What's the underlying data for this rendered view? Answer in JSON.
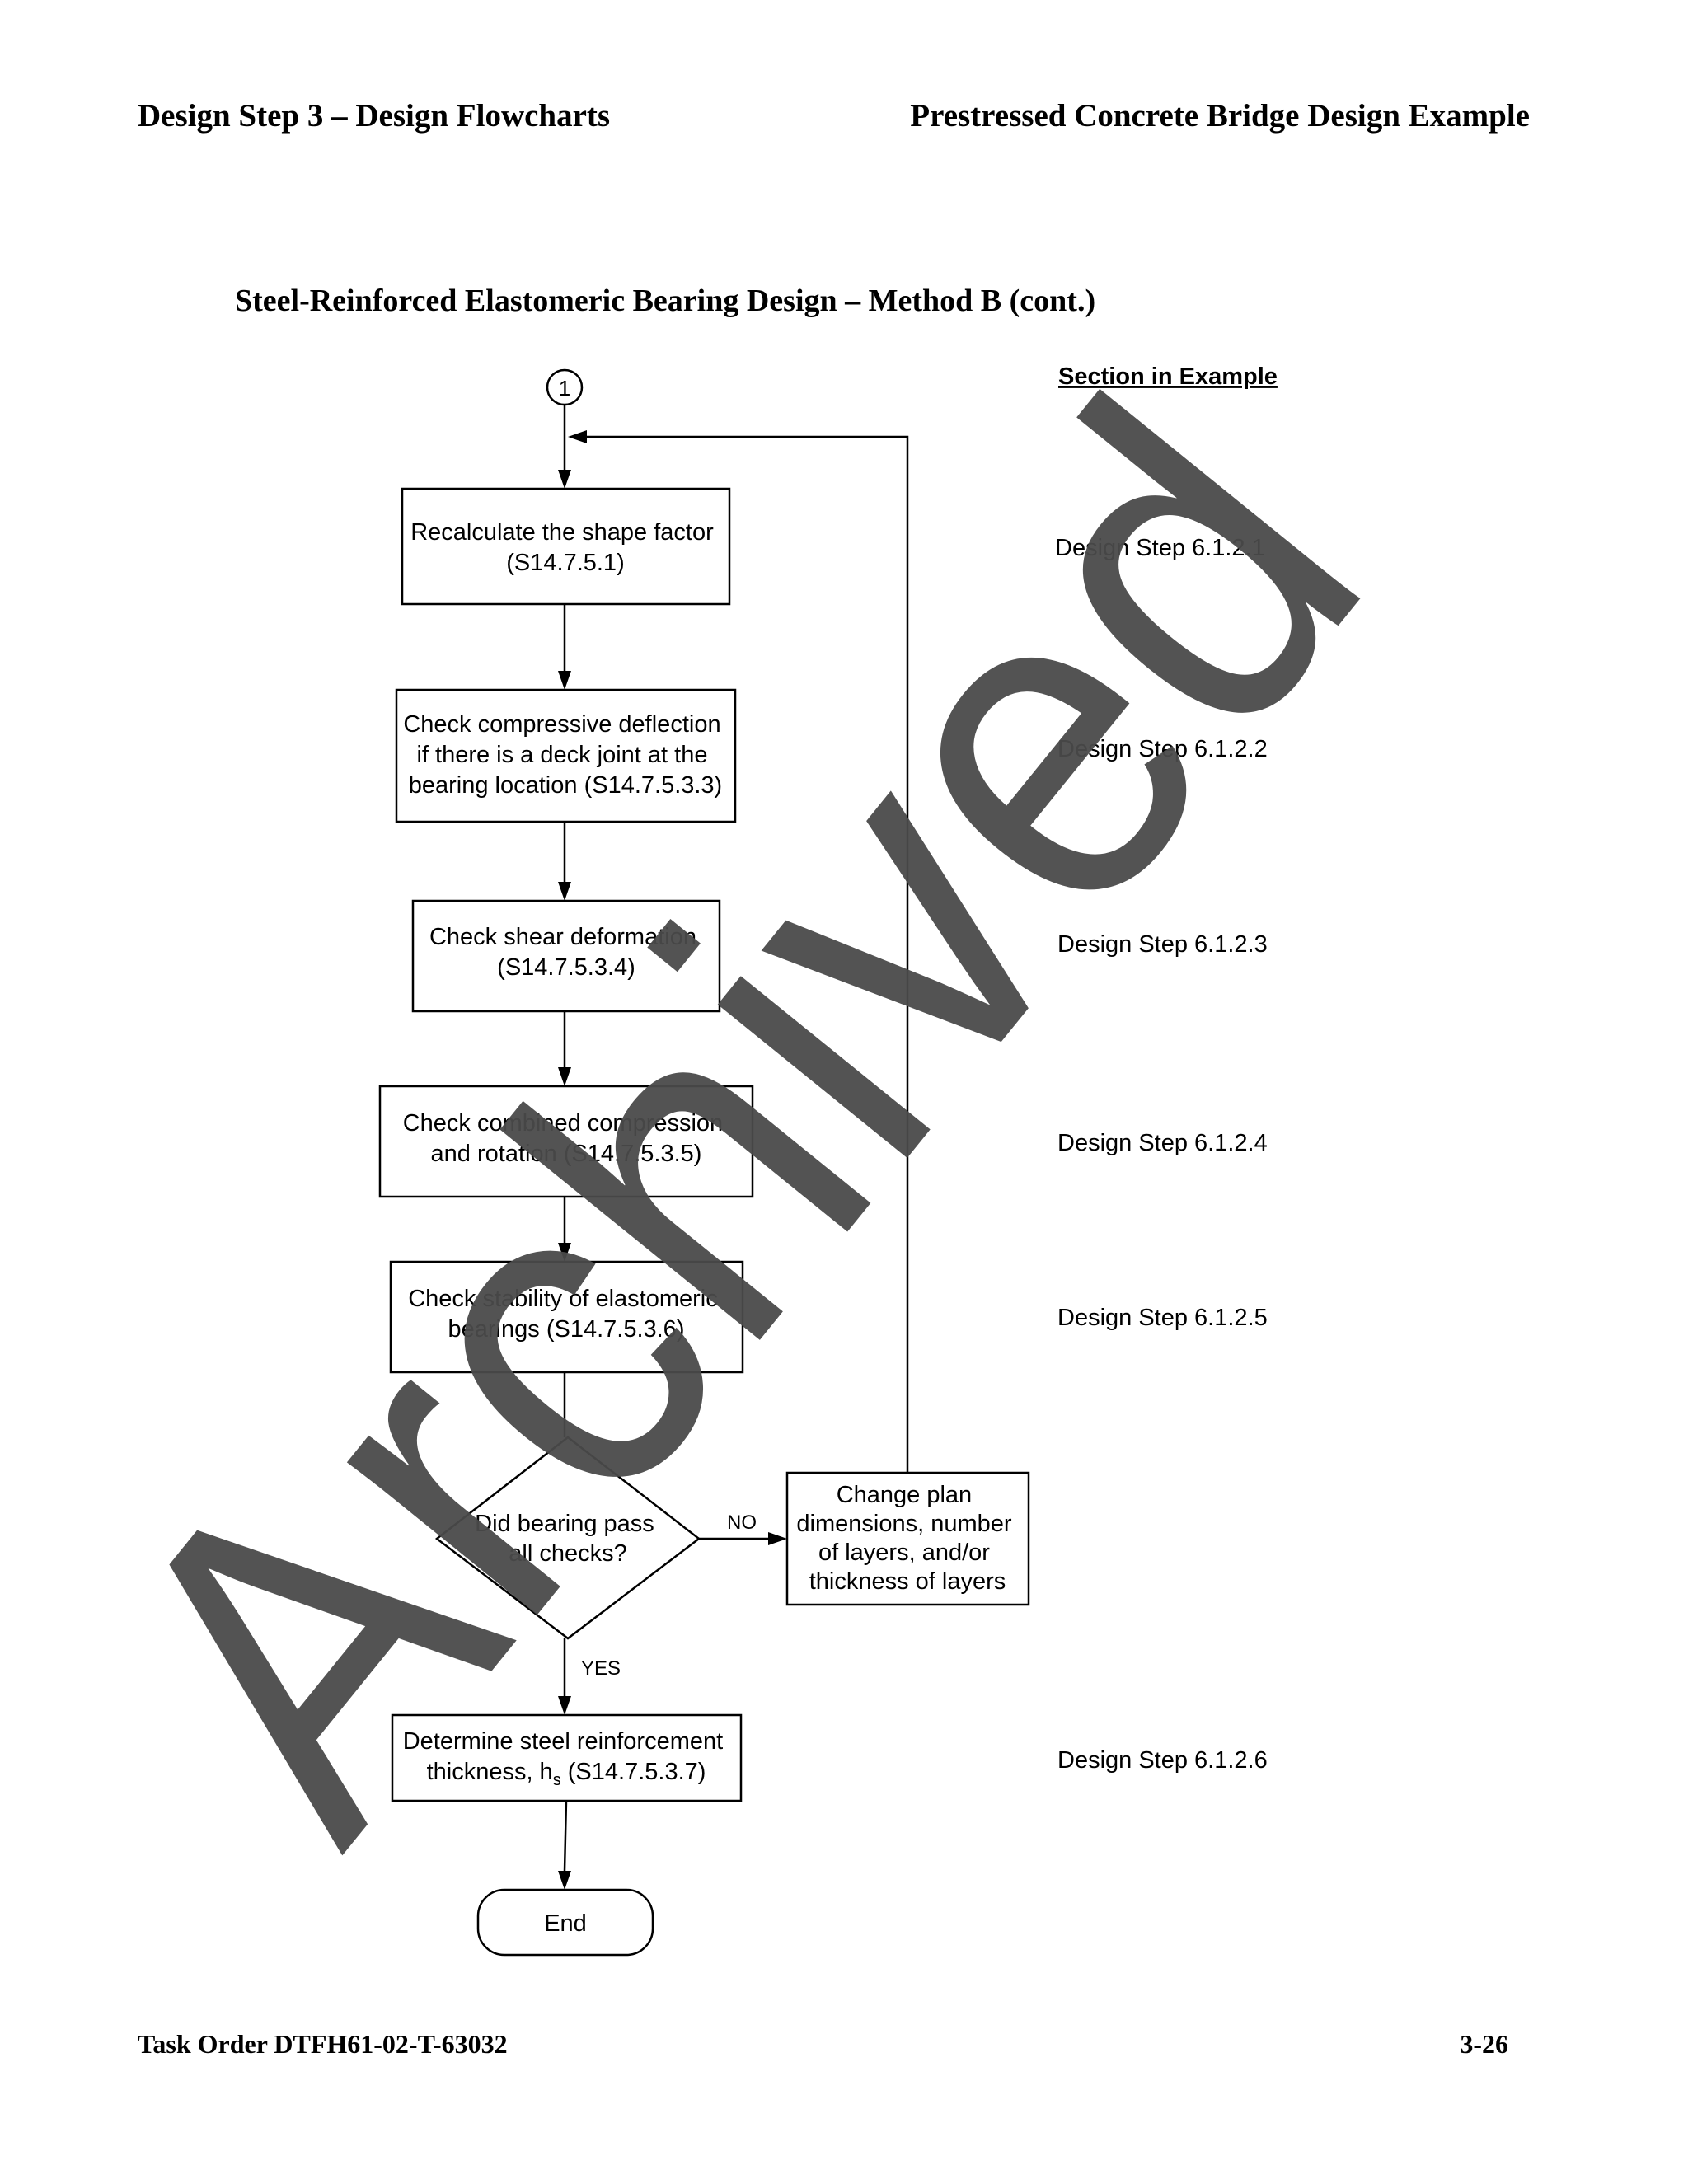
{
  "header": {
    "left": "Design Step 3 – Design Flowcharts",
    "right": "Prestressed Concrete Bridge Design Example"
  },
  "subtitle": "Steel-Reinforced Elastomeric Bearing Design – Method B (cont.)",
  "connector_label": "1",
  "section_header": "Section in Example",
  "nodes": {
    "recalc": [
      "Recalculate the shape factor",
      "(S14.7.5.1)"
    ],
    "deflection": [
      "Check compressive deflection",
      "if there is a deck joint at the",
      "bearing location (S14.7.5.3.3)"
    ],
    "shear": [
      "Check shear deformation",
      "(S14.7.5.3.4)"
    ],
    "combined": [
      "Check combined compression",
      "and rotation (S14.7.5.3.5)"
    ],
    "stability": [
      "Check stability of elastomeric",
      "bearings (S14.7.5.3.6)"
    ],
    "decision": [
      "Did bearing pass",
      "all checks?"
    ],
    "change": [
      "Change plan",
      "dimensions, number",
      "of layers, and/or",
      "thickness of layers"
    ],
    "steel": {
      "line1": "Determine steel reinforcement",
      "line2_prefix": "thickness, h",
      "line2_sub": "s",
      "line2_suffix": " (S14.7.5.3.7)"
    },
    "end": "End"
  },
  "edge_labels": {
    "no": "NO",
    "yes": "YES"
  },
  "section_refs": {
    "recalc": "Design Step 6.1.2.1",
    "deflection": "Design Step 6.1.2.2",
    "shear": "Design Step 6.1.2.3",
    "combined": "Design Step 6.1.2.4",
    "stability": "Design Step 6.1.2.5",
    "steel": "Design Step 6.1.2.6"
  },
  "watermark": "Archived",
  "footer": {
    "left": "Task Order DTFH61-02-T-63032",
    "right": "3-26"
  }
}
